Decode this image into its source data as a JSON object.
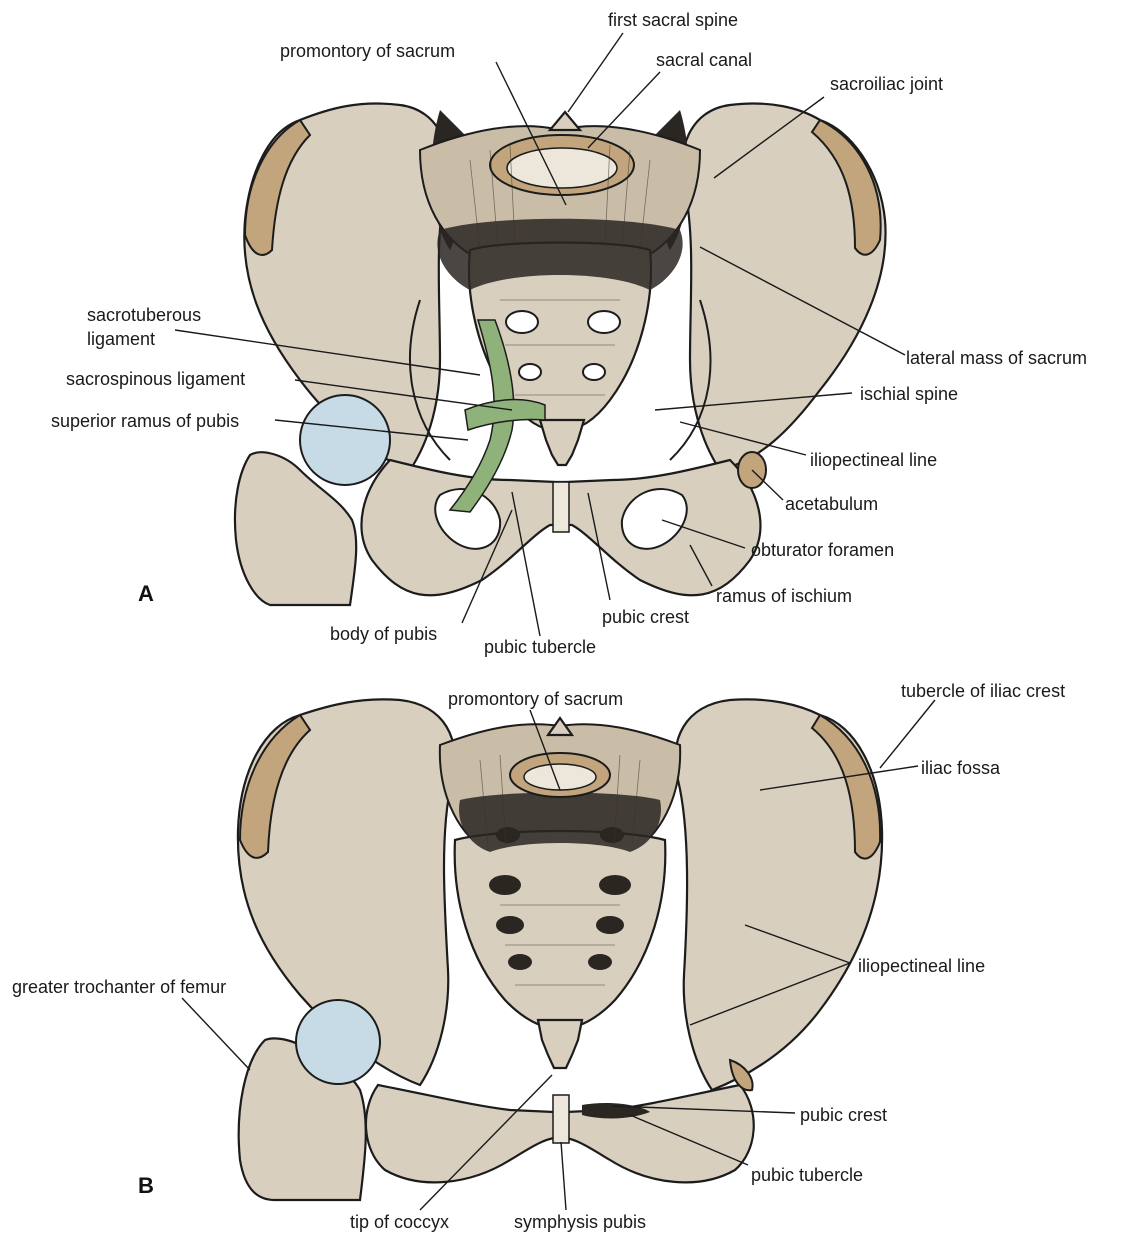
{
  "panel_a": {
    "letter": "A",
    "labels": {
      "first_sacral_spine": "first sacral spine",
      "promontory_of_sacrum": "promontory of sacrum",
      "sacral_canal": "sacral canal",
      "sacroiliac_joint": "sacroiliac joint",
      "sacrotuberous_ligament_line1": "sacrotuberous",
      "sacrotuberous_ligament_line2": "ligament",
      "lateral_mass_of_sacrum": "lateral mass of sacrum",
      "sacrospinous_ligament": "sacrospinous ligament",
      "ischial_spine": "ischial spine",
      "superior_ramus_of_pubis": "superior ramus of pubis",
      "iliopectineal_line": "iliopectineal line",
      "acetabulum": "acetabulum",
      "obturator_foramen": "obturator foramen",
      "ramus_of_ischium": "ramus of ischium",
      "pubic_crest": "pubic crest",
      "body_of_pubis": "body of pubis",
      "pubic_tubercle": "pubic tubercle"
    }
  },
  "panel_b": {
    "letter": "B",
    "labels": {
      "promontory_of_sacrum": "promontory of sacrum",
      "tubercle_of_iliac_crest": "tubercle of iliac crest",
      "iliac_fossa": "iliac fossa",
      "iliopectineal_line": "iliopectineal line",
      "greater_trochanter_of_femur": "greater trochanter of femur",
      "pubic_crest": "pubic crest",
      "pubic_tubercle": "pubic tubercle",
      "tip_of_coccyx": "tip of coccyx",
      "symphysis_pubis": "symphysis pubis"
    }
  },
  "colors": {
    "bone": "#d9cfbf",
    "iliac_crest": "#c2a57c",
    "femoral_head": "#c7dbe6",
    "ligament": "#8fb27a",
    "outline": "#1c1c1c"
  }
}
